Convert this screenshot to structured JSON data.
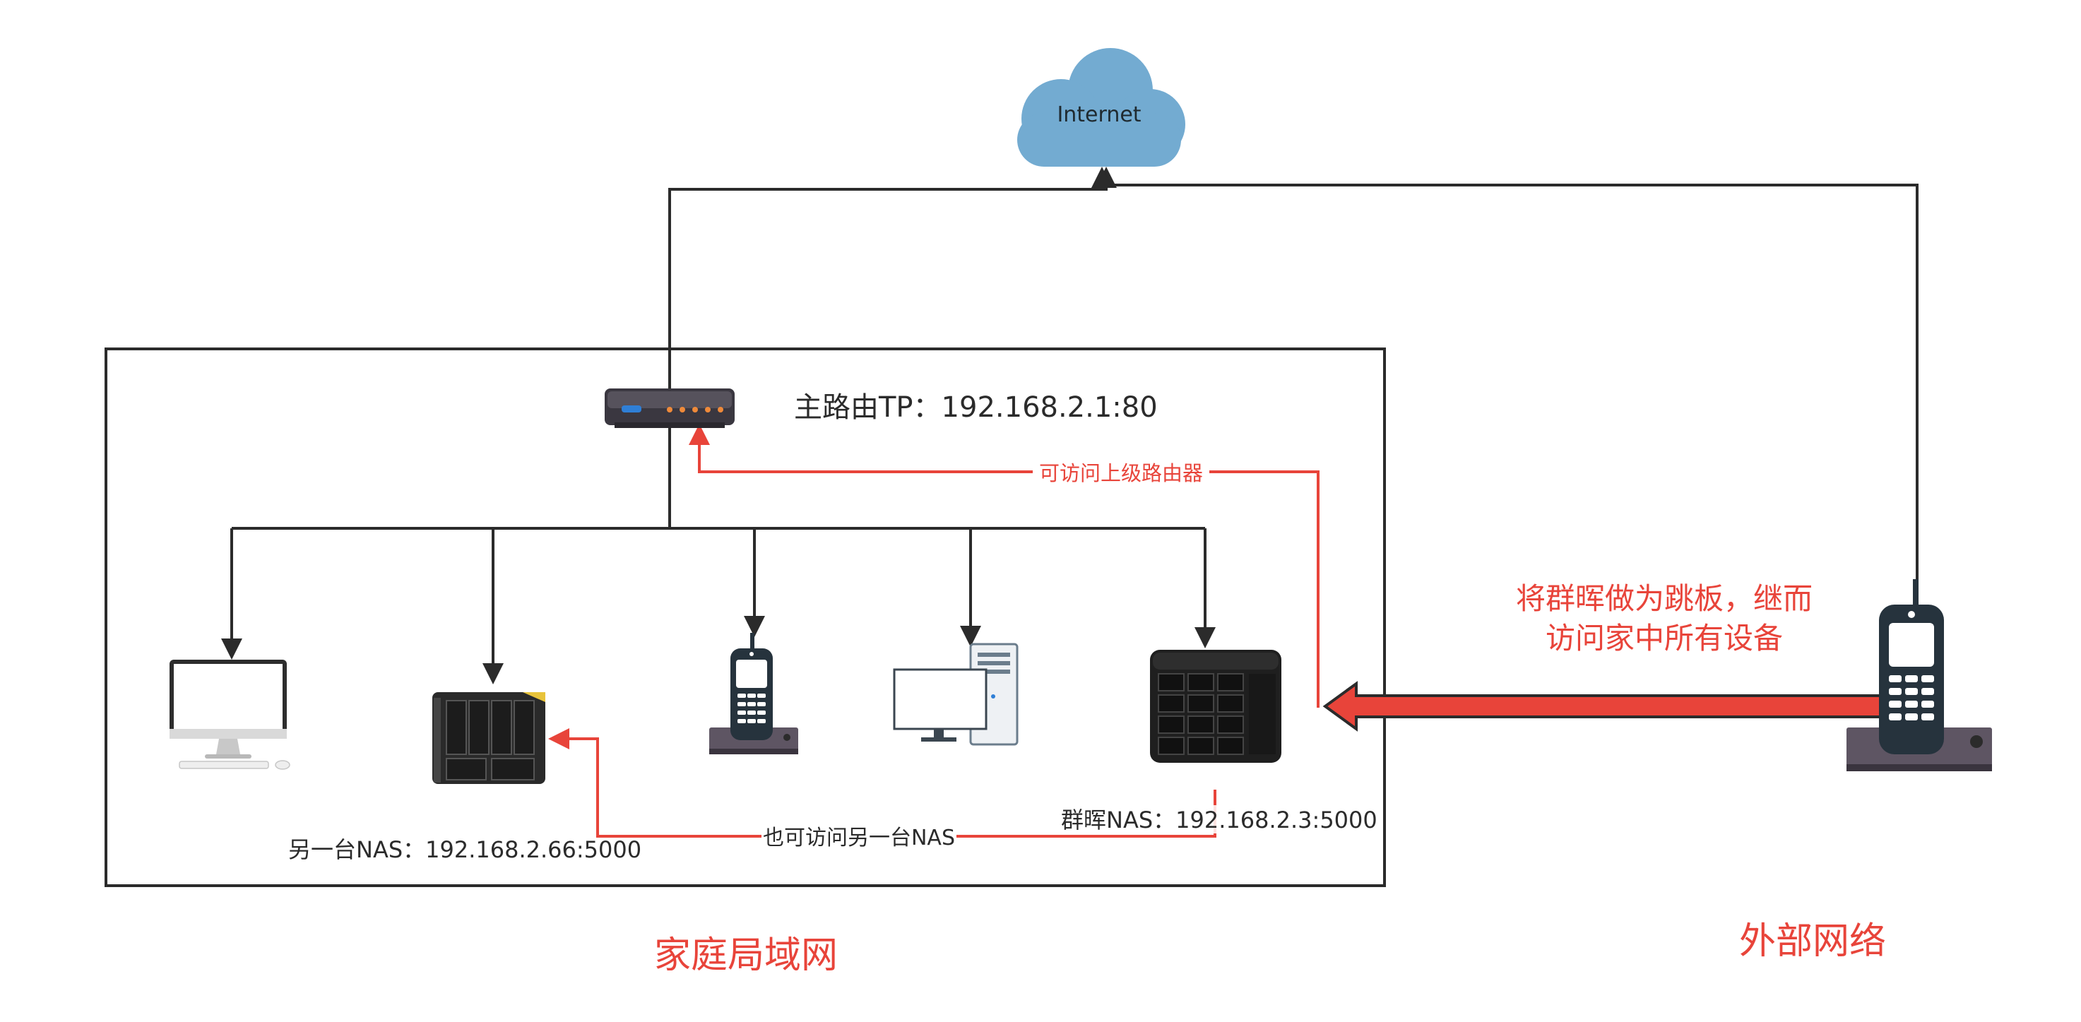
{
  "cloud": {
    "label": "Internet",
    "color": "#73abd1"
  },
  "router": {
    "label": "主路由TP：192.168.2.1:80"
  },
  "links": {
    "router_access": "可访问上级路由器",
    "nas_access": "也可访问另一台NAS"
  },
  "synology": {
    "label": "群晖NAS：192.168.2.3:5000"
  },
  "other_nas": {
    "label": "另一台NAS：192.168.2.66:5000"
  },
  "note": {
    "line1": "将群晖做为跳板，继而",
    "line2": "访问家中所有设备"
  },
  "zones": {
    "lan": "家庭局域网",
    "external": "外部网络"
  },
  "colors": {
    "accent": "#e8443a",
    "line": "#2b2b2b",
    "device_dark": "#26333d"
  }
}
